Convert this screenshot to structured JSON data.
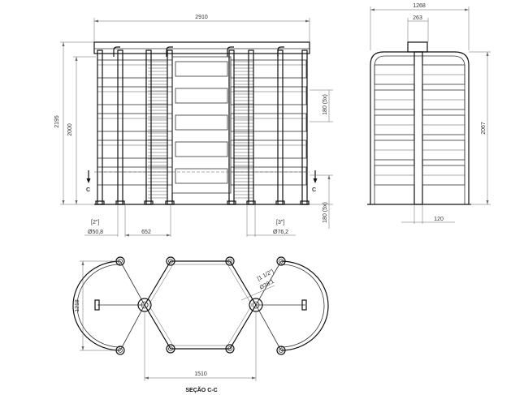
{
  "front_view": {
    "width_dim": "2910",
    "height_total": "2195",
    "height_inner": "2000",
    "spacing_right": "180 (5x)",
    "spacing_bottom": "180 (5x)",
    "post_left_size_in": "[2\"]",
    "post_left_dia": "Ø50,8",
    "post_spacing": "652",
    "post_right_size_in": "[3\"]",
    "post_right_dia": "Ø76,2",
    "section_mark_left": "C",
    "section_mark_right": "C"
  },
  "side_view": {
    "width_dim": "1268",
    "top_dim": "263",
    "height_dim": "2067",
    "bottom_dim": "120"
  },
  "section_view": {
    "height_dim": "1218",
    "width_dim": "1510",
    "pipe_size_in": "[1 1/2\"]",
    "pipe_dia": "Ø38,1",
    "caption": "SEÇÃO C-C"
  }
}
